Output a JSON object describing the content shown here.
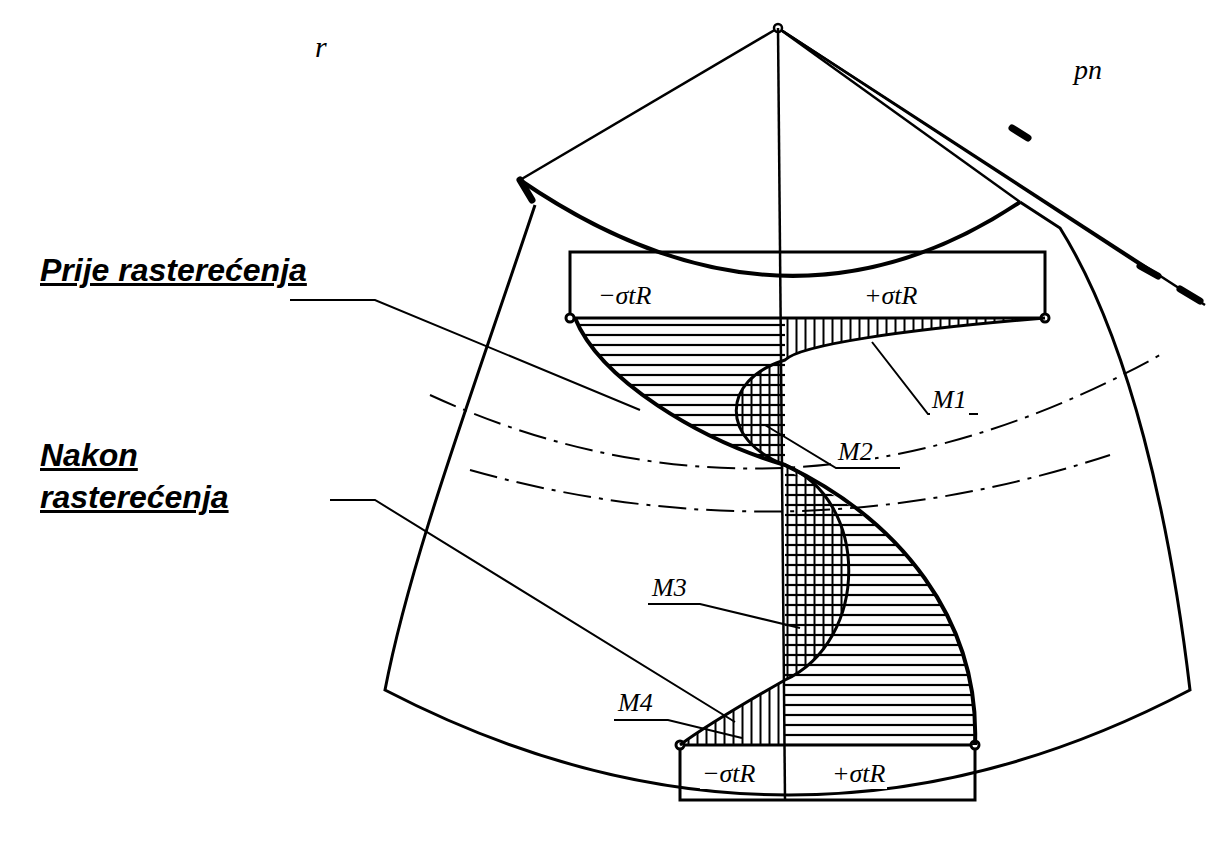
{
  "diagram": {
    "labels": [
      "r",
      "pn",
      "−σtR",
      "+σtR",
      "Prije rasterećenja",
      "M1",
      "M2",
      "Nakon rasterećenja",
      "M3",
      "M4",
      "−σtR",
      "+σtR"
    ]
  }
}
